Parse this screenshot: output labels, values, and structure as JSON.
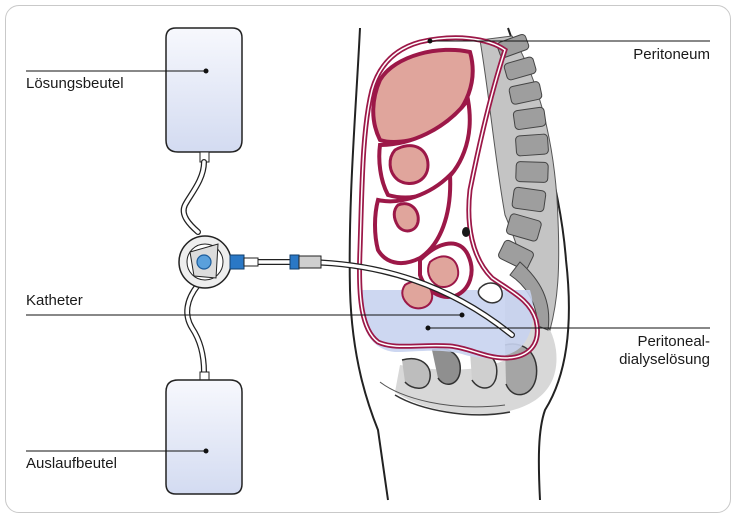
{
  "labels": {
    "solution_bag": "Lösungsbeutel",
    "catheter": "Katheter",
    "drain_bag": "Auslaufbeutel",
    "peritoneum": "Peritoneum",
    "dialysis_solution_line1": "Peritoneal-",
    "dialysis_solution_line2": "dialyselösung"
  },
  "colors": {
    "peritoneum_outline": "#9c1848",
    "organ_fill": "#e0a59c",
    "bag_fill": "#dde3f3",
    "fluid_fill": "#c8d3ef",
    "spine_gray": "#9e9e9e",
    "connector_blue": "#2a78c6",
    "frame_border": "#c9c9c9"
  }
}
